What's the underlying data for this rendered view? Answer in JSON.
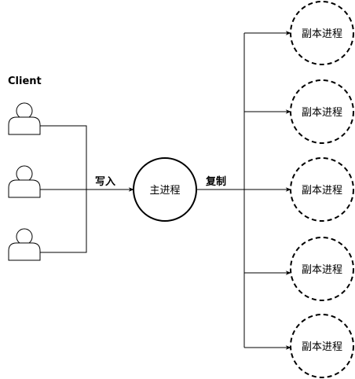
{
  "client": {
    "title": "Client",
    "count": 3
  },
  "edges": {
    "write_label": "写入",
    "copy_label": "复制"
  },
  "primary": {
    "label": "主进程"
  },
  "replicas": [
    {
      "label": "副本进程"
    },
    {
      "label": "副本进程"
    },
    {
      "label": "副本进程"
    },
    {
      "label": "副本进程"
    },
    {
      "label": "副本进程"
    }
  ],
  "colors": {
    "stroke": "#000000",
    "background": "#ffffff"
  }
}
